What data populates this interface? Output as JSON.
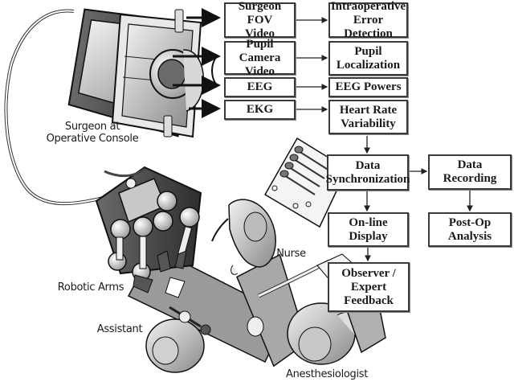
{
  "diagram": {
    "source_boxes": [
      {
        "id": "surgeon-fov-video",
        "label": "Surgeon FOV\nVideo"
      },
      {
        "id": "pupil-camera-video",
        "label": "Pupil Camera\nVideo"
      },
      {
        "id": "eeg",
        "label": "EEG"
      },
      {
        "id": "ekg",
        "label": "EKG"
      }
    ],
    "processing_boxes": [
      {
        "id": "intraoperative-error-detection",
        "label": "Intraoperative\nError Detection"
      },
      {
        "id": "pupil-localization",
        "label": "Pupil\nLocalization"
      },
      {
        "id": "eeg-powers",
        "label": "EEG Powers"
      },
      {
        "id": "heart-rate-variability",
        "label": "Heart Rate\nVariability"
      }
    ],
    "pipeline_boxes": {
      "data_synchronization": "Data\nSynchronization",
      "data_recording": "Data\nRecording",
      "online_display": "On-line\nDisplay",
      "post_op_analysis": "Post-Op\nAnalysis",
      "observer_feedback": "Observer /\nExpert\nFeedback"
    },
    "edges": [
      [
        "surgeon-fov-video",
        "intraoperative-error-detection"
      ],
      [
        "pupil-camera-video",
        "pupil-localization"
      ],
      [
        "eeg",
        "eeg-powers"
      ],
      [
        "ekg",
        "heart-rate-variability"
      ],
      [
        "heart-rate-variability",
        "data-synchronization"
      ],
      [
        "data-synchronization",
        "data-recording"
      ],
      [
        "data-synchronization",
        "online-display"
      ],
      [
        "data-recording",
        "post-op-analysis"
      ],
      [
        "online-display",
        "observer-feedback"
      ]
    ],
    "illustration_labels": {
      "surgeon": "Surgeon at\nOperative Console",
      "robotic_arms": "Robotic Arms",
      "nurse": "Nurse",
      "assistant": "Assistant",
      "anesthesiologist": "Anesthesiologist"
    }
  }
}
